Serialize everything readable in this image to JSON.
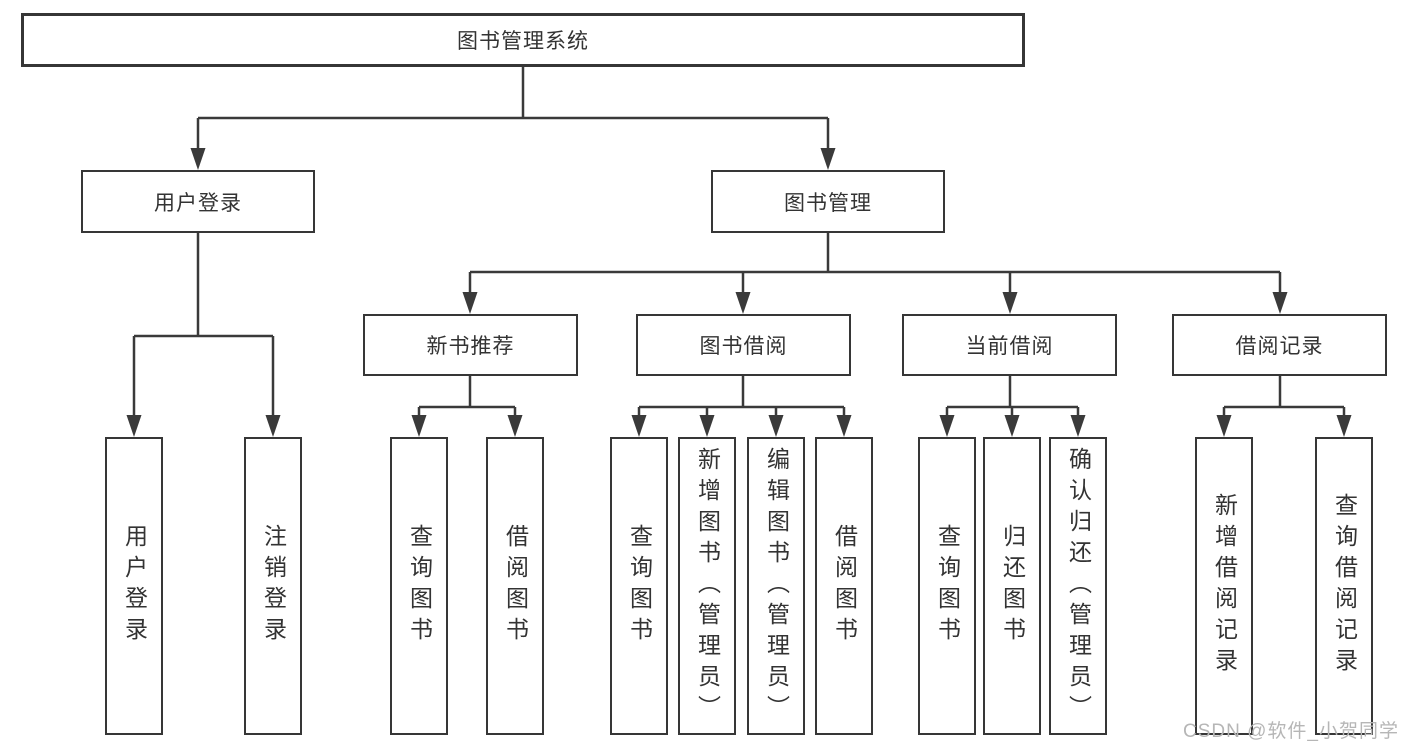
{
  "diagram": {
    "root": {
      "label": "图书管理系统"
    },
    "branches": [
      {
        "label": "用户登录",
        "children": [
          {
            "label": "用户登录"
          },
          {
            "label": "注销登录"
          }
        ]
      },
      {
        "label": "图书管理",
        "children": [
          {
            "label": "新书推荐",
            "children": [
              {
                "label": "查询图书"
              },
              {
                "label": "借阅图书"
              }
            ]
          },
          {
            "label": "图书借阅",
            "children": [
              {
                "label": "查询图书"
              },
              {
                "label": "新增图书（管理员）"
              },
              {
                "label": "编辑图书（管理员）"
              },
              {
                "label": "借阅图书"
              }
            ]
          },
          {
            "label": "当前借阅",
            "children": [
              {
                "label": "查询图书"
              },
              {
                "label": "归还图书"
              },
              {
                "label": "确认归还（管理员）"
              }
            ]
          },
          {
            "label": "借阅记录",
            "children": [
              {
                "label": "新增借阅记录"
              },
              {
                "label": "查询借阅记录"
              }
            ]
          }
        ]
      }
    ]
  },
  "watermark": {
    "text": "CSDN @软件_小贺同学"
  },
  "colors": {
    "line": "#3a3a3a",
    "box_border": "#363636",
    "text": "#333333",
    "watermark": "#b6b6b6",
    "background": "#ffffff"
  }
}
